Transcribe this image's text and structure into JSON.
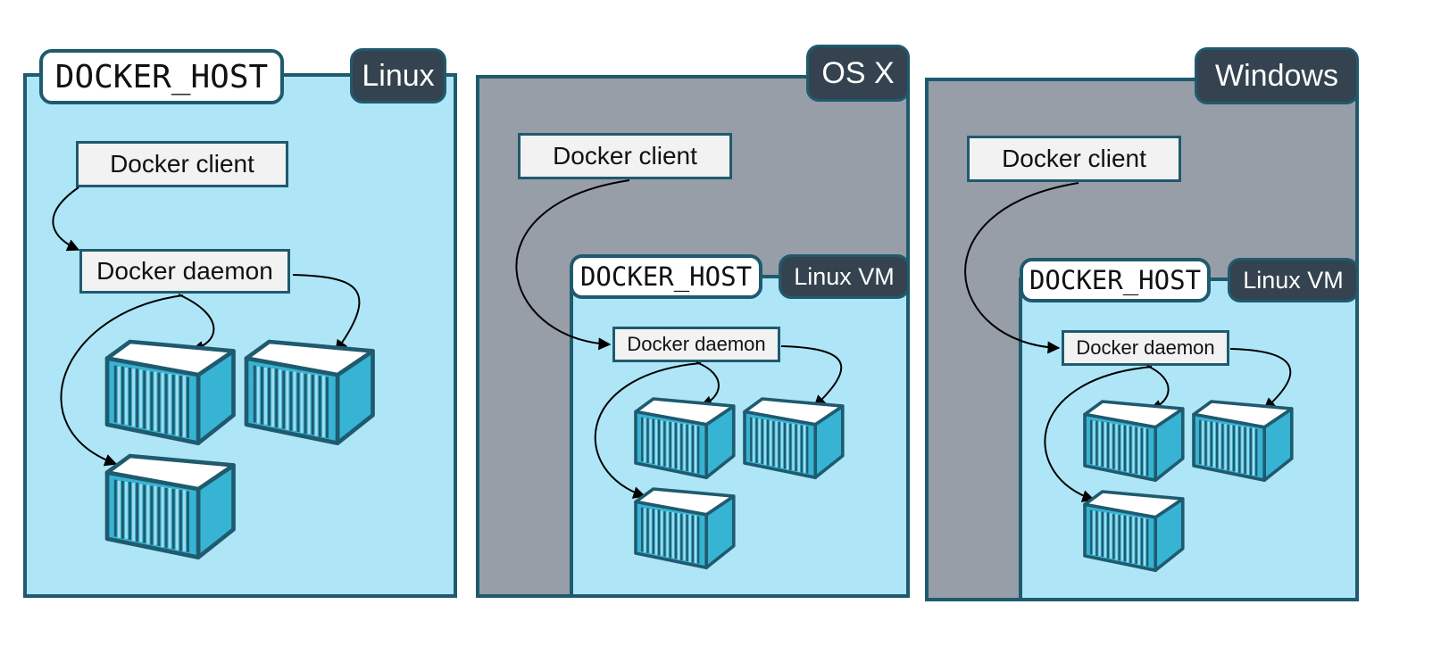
{
  "colors": {
    "border": "#1f5a6e",
    "host_background": "#aee6f8",
    "os_background": "#979ea8",
    "os_tag": "#34434f",
    "container_blue": "#37b3d3",
    "container_top": "#ffffff"
  },
  "linux": {
    "host_label": "DOCKER_HOST",
    "os_label": "Linux",
    "client_label": "Docker client",
    "daemon_label": "Docker daemon"
  },
  "osx": {
    "os_label": "OS X",
    "client_label": "Docker client",
    "host_label": "DOCKER_HOST",
    "vm_label": "Linux VM",
    "daemon_label": "Docker daemon"
  },
  "windows": {
    "os_label": "Windows",
    "client_label": "Docker client",
    "host_label": "DOCKER_HOST",
    "vm_label": "Linux VM",
    "daemon_label": "Docker daemon"
  },
  "icons": [
    "container-icon"
  ]
}
